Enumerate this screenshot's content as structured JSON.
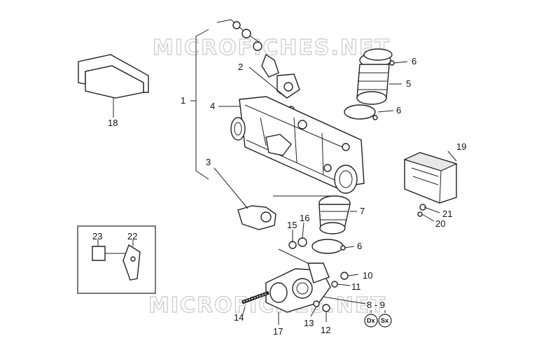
{
  "watermarks": [
    "MICROFICHES.NET",
    "MICROFICHES.NET"
  ],
  "callouts": {
    "c1": "1",
    "c2": "2",
    "c3": "3",
    "c4": "4",
    "c5": "5",
    "c6a": "6",
    "c6b": "6",
    "c6c": "6",
    "c7": "7",
    "c89": "8 - 9",
    "c10": "10",
    "c11": "11",
    "c12": "12",
    "c13": "13",
    "c14": "14",
    "c15": "15",
    "c16": "16",
    "c17": "17",
    "c18": "18",
    "c19": "19",
    "c20": "20",
    "c21": "21",
    "c22": "22",
    "c23": "23"
  },
  "badges": {
    "right_side": "Dx",
    "left_side": "Sx"
  },
  "colors": {
    "line": "#222222",
    "watermark": "#c9c9c9",
    "background": "#ffffff"
  }
}
